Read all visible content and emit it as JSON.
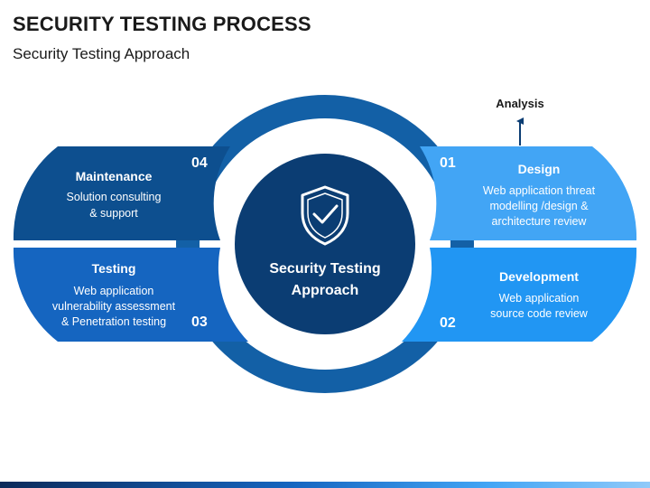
{
  "header": {
    "title": "SECURITY TESTING PROCESS",
    "subtitle": "Security Testing Approach"
  },
  "center": {
    "line1": "Security Testing",
    "line2": "Approach",
    "icon": "shield-check-icon"
  },
  "analysis_label": "Analysis",
  "steps": {
    "design": {
      "number": "01",
      "title": "Design",
      "desc": [
        "Web application threat",
        "modelling /design &",
        "architecture review"
      ],
      "color": "#42a5f5"
    },
    "development": {
      "number": "02",
      "title": "Development",
      "desc": [
        "Web application",
        "source code review"
      ],
      "color": "#2196f3"
    },
    "testing": {
      "number": "03",
      "title": "Testing",
      "desc": [
        "Web application",
        "vulnerability assessment",
        "& Penetration testing"
      ],
      "color": "#1565c0"
    },
    "maintenance": {
      "number": "04",
      "title": "Maintenance",
      "desc": [
        "Solution consulting",
        "& support"
      ],
      "color": "#0d4f8f"
    }
  },
  "colors": {
    "ring": "#1360a6",
    "center": "#0b3d73",
    "footer_dark": "#0b2a5a",
    "footer_light": "#90caf9"
  }
}
